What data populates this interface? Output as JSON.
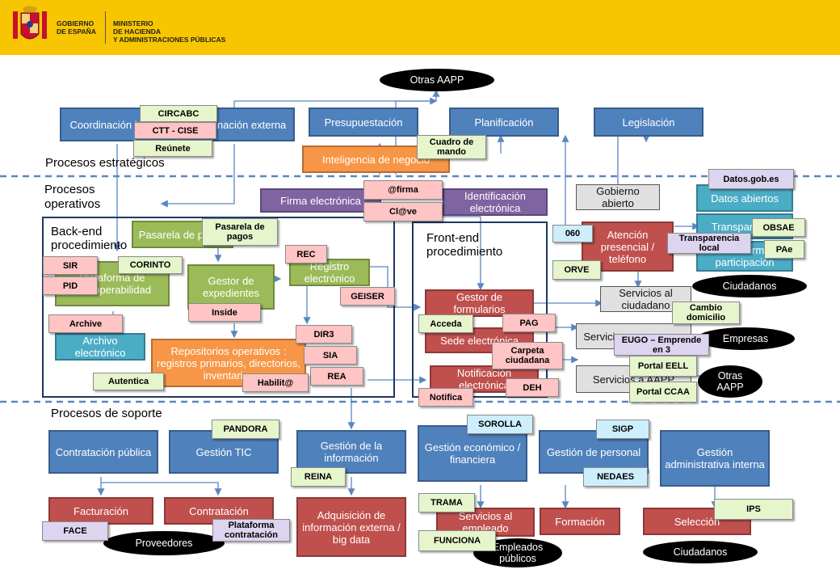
{
  "header": {
    "gobierno": [
      "GOBIERNO",
      "DE ESPAÑA"
    ],
    "ministerio": [
      "MINISTERIO",
      "DE HACIENDA",
      "Y ADMINISTRACIONES PÚBLICAS"
    ]
  },
  "sections": {
    "estrategicos": "Procesos estratégicos",
    "operativos": [
      "Procesos",
      "operativos"
    ],
    "backend": [
      "Back-end",
      "procedimiento"
    ],
    "frontend": [
      "Front-end",
      "procedimiento"
    ],
    "soporte": "Procesos de soporte"
  },
  "nodes": {
    "coordinacion_interna": "Coordinación interna",
    "coordinacion_externa": "Coordinación externa",
    "presupuestacion": "Presupuestación",
    "planificacion": "Planificación",
    "legislacion": "Legislación",
    "inteligencia": "Inteligencia de negocio",
    "firma": "Firma electrónica",
    "identificacion": "Identificación electrónica",
    "gobierno_abierto": "Gobierno abierto",
    "datos_abiertos": "Datos abiertos",
    "transparencia": "Transparencia",
    "participacion": "Plataforma participación",
    "atencion": "Atención presencial / teléfono",
    "pasarela": "Pasarela de pagos",
    "plataforma_interop": "Plataforma de interoperabilidad",
    "gestor_expedientes": "Gestor de expedientes",
    "registro": "Registro electrónico",
    "archivo": "Archivo electrónico",
    "repositorios": "Repositorios operativos : registros primarios, directorios, inventarios",
    "gestor_formularios": "Gestor de formularios",
    "sede": "Sede electrónica",
    "notificacion": "Notificación electrónica",
    "servicios_ciudadano": "Servicios al ciudadano",
    "servicios_empresas": "Servicios a empresas",
    "servicios_aapp": "Servicios a AAPP",
    "contratacion_publica": "Contratación pública",
    "gestion_tic": "Gestión TIC",
    "gestion_informacion": "Gestión de la información",
    "gestion_economica": "Gestión económico / financiera",
    "gestion_personal": "Gestión de personal",
    "gestion_administrativa": "Gestión administrativa interna",
    "facturacion": "Facturación",
    "contratacion": "Contratación",
    "adquisicion": "Adquisición de información externa / big data",
    "servicios_empleado": "Servicios al empleado",
    "formacion": "Formación",
    "seleccion": "Selección"
  },
  "tags": {
    "circabc": "CIRCABC",
    "ctt": "CTT - CISE",
    "reunete": "Reúnete",
    "cuadro": "Cuadro de mando",
    "atfirma": "@firma",
    "clave": "Cl@ve",
    "datosgob": "Datos.gob.es",
    "t060": "060",
    "orve": "ORVE",
    "obsae": "OBSAE",
    "pae": "PAe",
    "transp_local": "Transparencia local",
    "pasarela_pagos": "Pasarela de pagos",
    "sir": "SIR",
    "pid": "PID",
    "corinto": "CORINTO",
    "rec": "REC",
    "geiser": "GEISER",
    "inside": "Inside",
    "archive": "Archive",
    "dir3": "DIR3",
    "sia": "SIA",
    "rea": "REA",
    "habilita": "Habilit@",
    "autentica": "Autentica",
    "acceda": "Acceda",
    "pag": "PAG",
    "carpeta": "Carpeta ciudadana",
    "deh": "DEH",
    "notifica": "Notifica",
    "cambio": "Cambio domicilio",
    "eugo": "EUGO – Emprende en 3",
    "portal_eell": "Portal EELL",
    "portal_ccaa": "Portal CCAA",
    "pandora": "PANDORA",
    "sorolla": "SOROLLA",
    "sigp": "SIGP",
    "nedaes": "NEDAES",
    "reina": "REINA",
    "trama": "TRAMA",
    "funciona": "FUNCIONA",
    "face": "FACE",
    "plataforma_contratacion": "Plataforma contratación",
    "ips": "IPS"
  },
  "ovals": {
    "otras_aapp_top": "Otras AAPP",
    "ciudadanos": "Ciudadanos",
    "empresas": "Empresas",
    "otras_aapp": "Otras AAPP",
    "proveedores": "Proveedores",
    "empleados": "Empleados públicos",
    "ciudadanos_bottom": "Ciudadanos"
  },
  "colors": {
    "header": "#f7c600",
    "blue": "#4f81bd",
    "green": "#9bbb59",
    "red": "#c0504d",
    "orange": "#f79646",
    "purple": "#8064a2",
    "teal": "#4bacc6"
  }
}
